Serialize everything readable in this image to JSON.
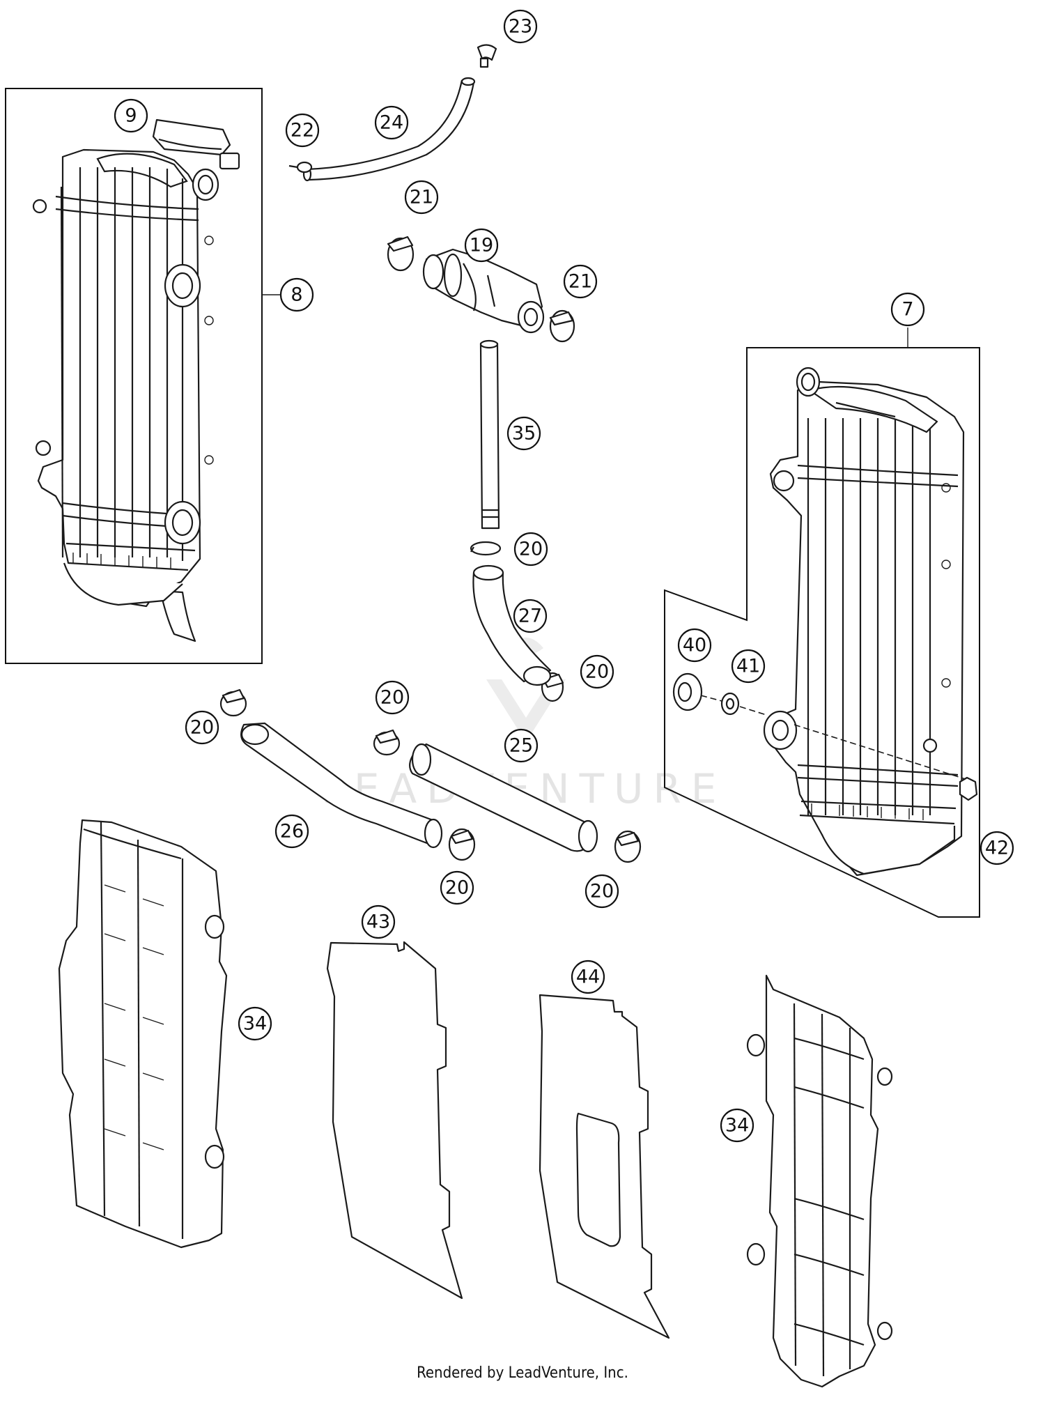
{
  "watermark": {
    "text": "LEADVENTURE"
  },
  "callouts": [
    {
      "id": "c23a",
      "label": "23"
    },
    {
      "id": "c9",
      "label": "9"
    },
    {
      "id": "c22",
      "label": "22"
    },
    {
      "id": "c24",
      "label": "24"
    },
    {
      "id": "c21a",
      "label": "21"
    },
    {
      "id": "c19",
      "label": "19"
    },
    {
      "id": "c21b",
      "label": "21"
    },
    {
      "id": "c8",
      "label": "8"
    },
    {
      "id": "c7",
      "label": "7"
    },
    {
      "id": "c35",
      "label": "35"
    },
    {
      "id": "c20a",
      "label": "20"
    },
    {
      "id": "c27",
      "label": "27"
    },
    {
      "id": "c40",
      "label": "40"
    },
    {
      "id": "c41",
      "label": "41"
    },
    {
      "id": "c20b",
      "label": "20"
    },
    {
      "id": "c20c",
      "label": "20"
    },
    {
      "id": "c20d",
      "label": "20"
    },
    {
      "id": "c25",
      "label": "25"
    },
    {
      "id": "c26",
      "label": "26"
    },
    {
      "id": "c20e",
      "label": "20"
    },
    {
      "id": "c20f",
      "label": "20"
    },
    {
      "id": "c42",
      "label": "42"
    },
    {
      "id": "c43",
      "label": "43"
    },
    {
      "id": "c44",
      "label": "44"
    },
    {
      "id": "c34a",
      "label": "34"
    },
    {
      "id": "c34b",
      "label": "34"
    }
  ],
  "footer": {
    "text": "Rendered by LeadVenture, Inc."
  }
}
